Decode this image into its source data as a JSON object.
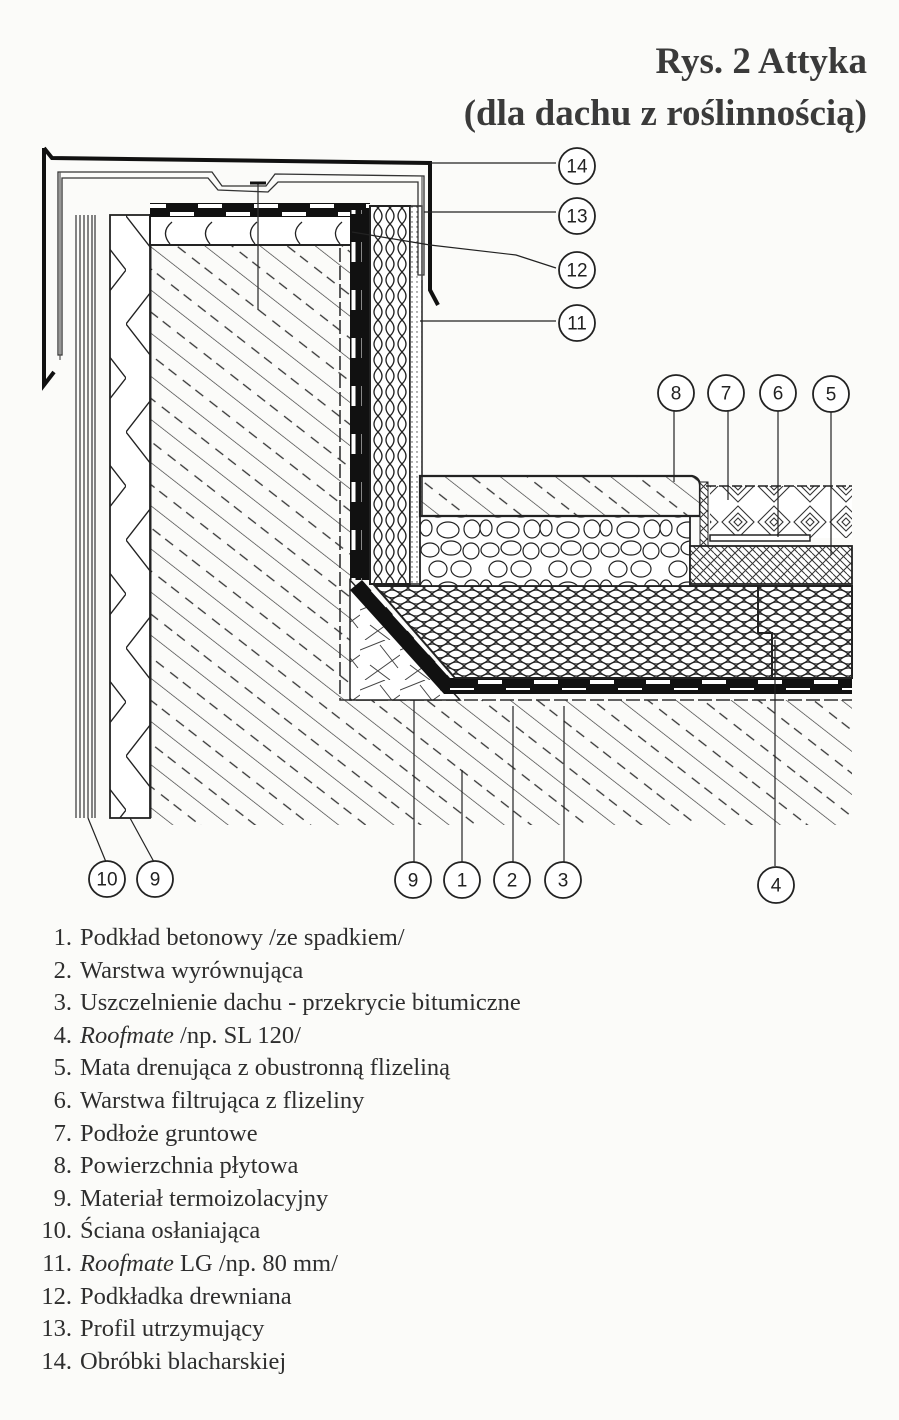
{
  "title": {
    "line1": "Rys. 2 Attyka",
    "line2": "(dla dachu z roślinnością)"
  },
  "callouts": {
    "c14": "14",
    "c13": "13",
    "c12": "12",
    "c11": "11",
    "c8": "8",
    "c7": "7",
    "c6": "6",
    "c5": "5",
    "c10": "10",
    "c9a": "9",
    "c9b": "9",
    "c1": "1",
    "c2": "2",
    "c3": "3",
    "c4": "4"
  },
  "legend": [
    {
      "num": "1.",
      "italic": "",
      "text": "Podkład betonowy /ze spadkiem/"
    },
    {
      "num": "2.",
      "italic": "",
      "text": "Warstwa wyrównująca"
    },
    {
      "num": "3.",
      "italic": "",
      "text": "Uszczelnienie dachu - przekrycie bitumiczne"
    },
    {
      "num": "4.",
      "italic": "Roofmate",
      "text": " /np. SL 120/"
    },
    {
      "num": "5.",
      "italic": "",
      "text": "Mata drenująca z obustronną flizeliną"
    },
    {
      "num": "6.",
      "italic": "",
      "text": "Warstwa filtrująca z flizeliny"
    },
    {
      "num": "7.",
      "italic": "",
      "text": "Podłoże gruntowe"
    },
    {
      "num": "8.",
      "italic": "",
      "text": "Powierzchnia płytowa"
    },
    {
      "num": "9.",
      "italic": "",
      "text": "Materiał termoizolacyjny"
    },
    {
      "num": "10.",
      "italic": "",
      "text": "Ściana osłaniająca"
    },
    {
      "num": "11.",
      "italic": "Roofmate",
      "text": " LG /np. 80 mm/"
    },
    {
      "num": "12.",
      "italic": "",
      "text": "Podkładka drewniana"
    },
    {
      "num": "13.",
      "italic": "",
      "text": "Profil utrzymujący"
    },
    {
      "num": "14.",
      "italic": "",
      "text": "Obróbki blacharskiej"
    }
  ]
}
